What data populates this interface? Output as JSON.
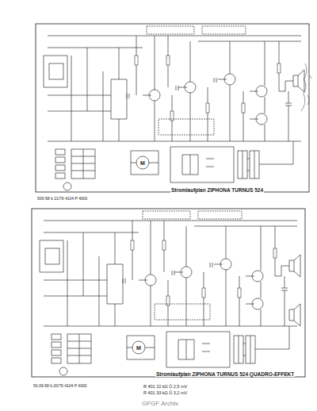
{
  "diagram": {
    "labels": [
      "M",
      "Stromlaufplan ZIPHONA TURNUS 524",
      "509-58 b 21/76 4104 P 4000",
      "M",
      "Stromlaufplan ZIPHONA TURNUS 524 QUADRO-EFFEKT",
      "50.09-58 b 20/76 4104 P 4000",
      "R 401 22 kΩ Ū 2,5 mV",
      "R 401 33 kΩ Ū 3,2 mV",
      "GFGF Archiv"
    ]
  }
}
